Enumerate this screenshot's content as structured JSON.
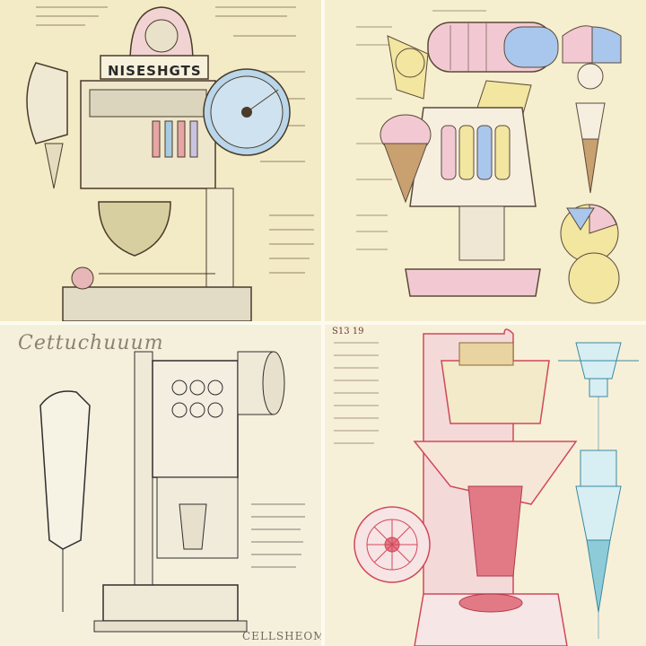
{
  "image": {
    "panels": [
      {
        "id": "top-left",
        "sign_text": "NISESHGTS",
        "palette": [
          "#f3ebc6",
          "#e7b7b7",
          "#b9d6ea",
          "#d8cfa0"
        ]
      },
      {
        "id": "top-right",
        "palette": [
          "#f6efcf",
          "#f2c9d2",
          "#f2e6a0",
          "#a9c7ec"
        ]
      },
      {
        "id": "bottom-left",
        "title_text": "Cettuchuuum",
        "corner_text": "CELLSHEOM",
        "palette": [
          "#f5f0dc",
          "#3a3a3a"
        ]
      },
      {
        "id": "bottom-right",
        "corner_text": "S13 19",
        "palette": [
          "#f7f0d8",
          "#e27a86",
          "#8ecbd8"
        ]
      }
    ]
  }
}
